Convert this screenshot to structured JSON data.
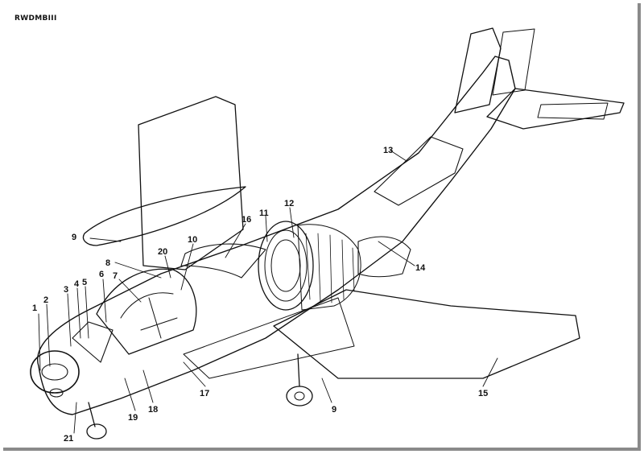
{
  "watermark": "RWDMBIII",
  "callouts": {
    "c1": "1",
    "c2": "2",
    "c3": "3",
    "c4": "4",
    "c5": "5",
    "c6": "6",
    "c7": "7",
    "c8": "8",
    "c9a": "9",
    "c9b": "9",
    "c10": "10",
    "c11": "11",
    "c12": "12",
    "c13": "13",
    "c14": "14",
    "c15": "15",
    "c16": "16",
    "c17": "17",
    "c18": "18",
    "c19": "19",
    "c20": "20",
    "c21": "21"
  }
}
